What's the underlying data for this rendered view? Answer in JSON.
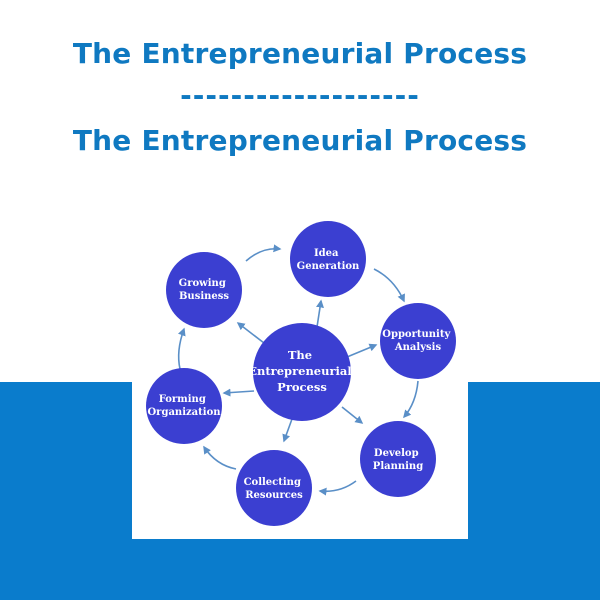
{
  "header": {
    "title": "The Entrepreneurial Process",
    "separator": "-------------------",
    "subtitle": "The Entrepreneurial Process"
  },
  "diagram": {
    "center": {
      "lines": [
        "The",
        "Entrepreneurial",
        "Process"
      ]
    },
    "nodes": [
      {
        "id": "idea-generation",
        "lines": [
          "Idea",
          "Generation"
        ]
      },
      {
        "id": "opportunity-analysis",
        "lines": [
          "Opportunity",
          "Analysis"
        ]
      },
      {
        "id": "develop-planning",
        "lines": [
          "Develop",
          "Planning"
        ]
      },
      {
        "id": "collecting-resources",
        "lines": [
          "Collecting",
          "Resources"
        ]
      },
      {
        "id": "forming-organization",
        "lines": [
          "Forming",
          "Organization"
        ]
      },
      {
        "id": "growing-business",
        "lines": [
          "Growing",
          "Business"
        ]
      }
    ]
  },
  "colors": {
    "title": "#0f79c1",
    "band": "#0a7ccc",
    "node_fill": "#3b3fd1",
    "arrow": "#5a8fc7"
  }
}
